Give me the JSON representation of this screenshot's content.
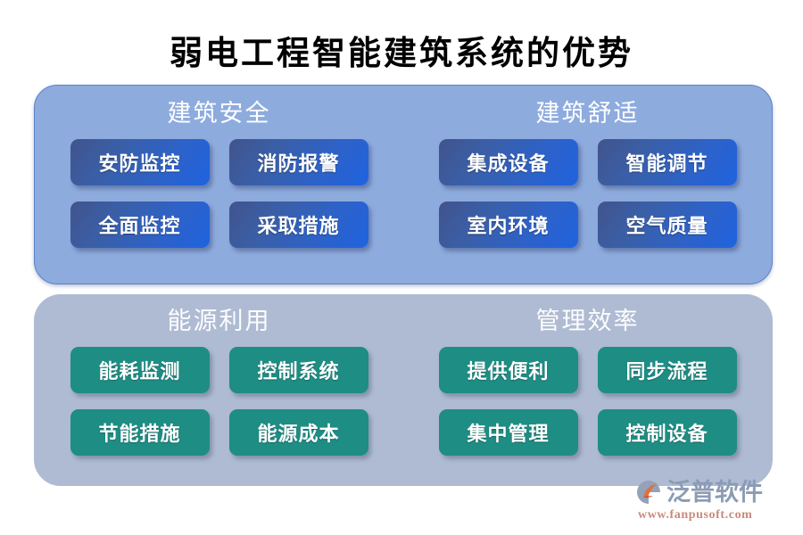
{
  "page": {
    "title": "弱电工程智能建筑系统的优势",
    "background": "#FFFFFF"
  },
  "colors": {
    "panel_top_bg": "#8EABDE",
    "panel_top_border": "#5B82C8",
    "panel_bottom_bg": "#AEBBD3",
    "chip_blue_dark": "#41548C",
    "chip_blue_light": "#1F63E0",
    "chip_green": "#1E8D84",
    "title_text": "#000000",
    "group_title_text": "#FFFFFF",
    "chip_text": "#FFFFFF",
    "brand_name_text": "#8C9BB5",
    "brand_url_text": "#C98A7A",
    "brand_mark_accent": "#E2703A"
  },
  "panels": [
    {
      "id": "panel-top",
      "style": "blue",
      "groups": [
        {
          "id": "building-safety",
          "title": "建筑安全",
          "items": [
            {
              "label": "安防监控"
            },
            {
              "label": "消防报警"
            },
            {
              "label": "全面监控"
            },
            {
              "label": "采取措施"
            }
          ]
        },
        {
          "id": "building-comfort",
          "title": "建筑舒适",
          "items": [
            {
              "label": "集成设备"
            },
            {
              "label": "智能调节"
            },
            {
              "label": "室内环境"
            },
            {
              "label": "空气质量"
            }
          ]
        }
      ]
    },
    {
      "id": "panel-bottom",
      "style": "green",
      "groups": [
        {
          "id": "energy-utilization",
          "title": "能源利用",
          "items": [
            {
              "label": "能耗监测"
            },
            {
              "label": "控制系统"
            },
            {
              "label": "节能措施"
            },
            {
              "label": "能源成本"
            }
          ]
        },
        {
          "id": "management-efficiency",
          "title": "管理效率",
          "items": [
            {
              "label": "提供便利"
            },
            {
              "label": "同步流程"
            },
            {
              "label": "集中管理"
            },
            {
              "label": "控制设备"
            }
          ]
        }
      ]
    }
  ],
  "brand": {
    "mark_icon": "fanpu-logo-icon",
    "name": "泛普软件",
    "url": "www.fanpusoft.com"
  }
}
